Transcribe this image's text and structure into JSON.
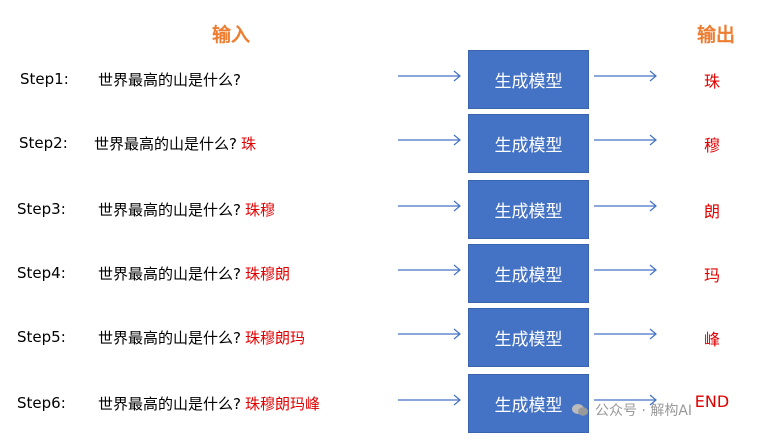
{
  "header": {
    "input_label": "输入",
    "output_label": "输出"
  },
  "base_prompt": "世界最高的山是什么?",
  "model_label": "生成模型",
  "rows": [
    {
      "step": "Step1:",
      "generated": "",
      "output": "珠"
    },
    {
      "step": "Step2:",
      "generated": "珠",
      "output": "穆"
    },
    {
      "step": "Step3:",
      "generated": "珠穆",
      "output": "朗"
    },
    {
      "step": "Step4:",
      "generated": "珠穆朗",
      "output": "玛"
    },
    {
      "step": "Step5:",
      "generated": "珠穆朗玛",
      "output": "峰"
    },
    {
      "step": "Step6:",
      "generated": "珠穆朗玛峰",
      "output": "END"
    }
  ],
  "watermark": {
    "text": "公众号 · 解构AI",
    "icon": "wechat-icon"
  },
  "colors": {
    "accent": "#ed7d31",
    "model_fill": "#4472c4",
    "generated": "#e00000",
    "arrow": "#4472c4"
  }
}
